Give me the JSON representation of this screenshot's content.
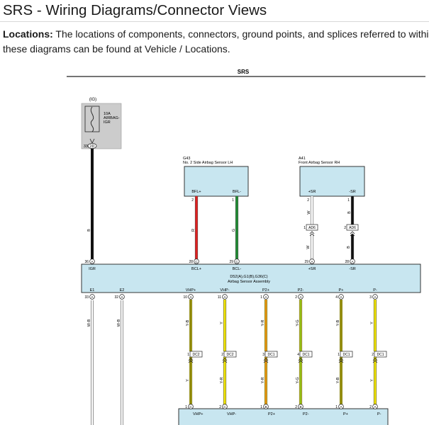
{
  "page": {
    "title": "SRS - Wiring Diagrams/Connector Views",
    "locations_label": "Locations:",
    "locations_text": " The locations of components, connectors, ground points, and splices referred to within these diagrams can be found at Vehicle / Locations."
  },
  "diagram": {
    "system_label": "SRS",
    "fuse": {
      "supply": "(IG)",
      "rating": "10A",
      "name_line1": "AIRBAG-",
      "name_line2": "IGR",
      "pin": "33",
      "connector": "2D"
    },
    "ig_wire": {
      "color_code": "B",
      "color": "#111111"
    },
    "side_sensor": {
      "code": "G43",
      "name": "No. 2 Side Airbag Sensor LH",
      "pins": [
        "BFL+",
        "BFL-"
      ],
      "pin_numbers": [
        "2",
        "1"
      ]
    },
    "front_sensor": {
      "code": "A41",
      "name": "Front Airbag Sensor RH",
      "pins": [
        "+SR",
        "-SR"
      ],
      "pin_numbers": [
        "2",
        "1"
      ]
    },
    "upper_wires": [
      {
        "code": "R",
        "color": "#e02020"
      },
      {
        "code": "G",
        "color": "#1e8c32"
      },
      {
        "code": "W",
        "color": "#ffffff"
      },
      {
        "code": "B",
        "color": "#111111"
      }
    ],
    "front_connectors": [
      {
        "pin": "1",
        "id": "AD6"
      },
      {
        "pin": "2",
        "id": "AD6"
      }
    ],
    "front_lower_codes": [
      "W",
      "B"
    ],
    "assembly": {
      "name_line1": "D52(A),G1(B),G36(C)",
      "name_line2": "Airbag Sensor Assembly",
      "top_terminals": [
        {
          "num": "36",
          "conn": "A",
          "label": "IGR"
        },
        {
          "num": "28",
          "conn": "C",
          "label": "BCL+"
        },
        {
          "num": "29",
          "conn": "C",
          "label": "BCL-"
        },
        {
          "num": "29",
          "conn": "A",
          "label": "+SR"
        },
        {
          "num": "28",
          "conn": "A",
          "label": "-SR"
        }
      ],
      "bottom_terminals": [
        {
          "num": "33",
          "conn": "A",
          "label": "E1"
        },
        {
          "num": "32",
          "conn": "A",
          "label": "E2"
        },
        {
          "num": "10",
          "conn": "A",
          "label": "VHP+"
        },
        {
          "num": "11",
          "conn": "A",
          "label": "VHP-"
        },
        {
          "num": "1",
          "conn": "A",
          "label": "P2+"
        },
        {
          "num": "2",
          "conn": "A",
          "label": "P2-"
        },
        {
          "num": "4",
          "conn": "A",
          "label": "P+"
        },
        {
          "num": "3",
          "conn": "A",
          "label": "P-"
        }
      ]
    },
    "ground_wire_codes": [
      "W-B",
      "W-B"
    ],
    "lower_wires": [
      {
        "top_code": "Y-B",
        "bottom_code": "Y",
        "conn_pin": "1",
        "conn_id": "DC2",
        "end_pin": "1",
        "end_conn": "C",
        "end_label": "VHP+",
        "color": "#f2e600",
        "stripe": "#111111"
      },
      {
        "top_code": "Y",
        "bottom_code": "Y-R",
        "conn_pin": "2",
        "conn_id": "DC2",
        "end_pin": "2",
        "end_conn": "C",
        "end_label": "VHP-",
        "color": "#f2e600",
        "stripe": ""
      },
      {
        "top_code": "Y-R",
        "bottom_code": "Y-R",
        "conn_pin": "3",
        "conn_id": "DC1",
        "end_pin": "1",
        "end_conn": "B",
        "end_label": "P2+",
        "color": "#f2e600",
        "stripe": "#e02020"
      },
      {
        "top_code": "Y-G",
        "bottom_code": "Y-G",
        "conn_pin": "4",
        "conn_id": "DC1",
        "end_pin": "2",
        "end_conn": "B",
        "end_label": "P2-",
        "color": "#f2e600",
        "stripe": "#1e8c32"
      },
      {
        "top_code": "Y-B",
        "bottom_code": "Y-B",
        "conn_pin": "1",
        "conn_id": "DC1",
        "end_pin": "1",
        "end_conn": "A",
        "end_label": "P+",
        "color": "#f2e600",
        "stripe": "#111111"
      },
      {
        "top_code": "Y",
        "bottom_code": "Y",
        "conn_pin": "2",
        "conn_id": "DC1",
        "end_pin": "2",
        "end_conn": "A",
        "end_label": "P-",
        "color": "#f2e600",
        "stripe": ""
      }
    ],
    "colors": {
      "module_fill": "#c8e6f0",
      "fuse_fill": "#cccccc",
      "line": "#222222"
    }
  }
}
